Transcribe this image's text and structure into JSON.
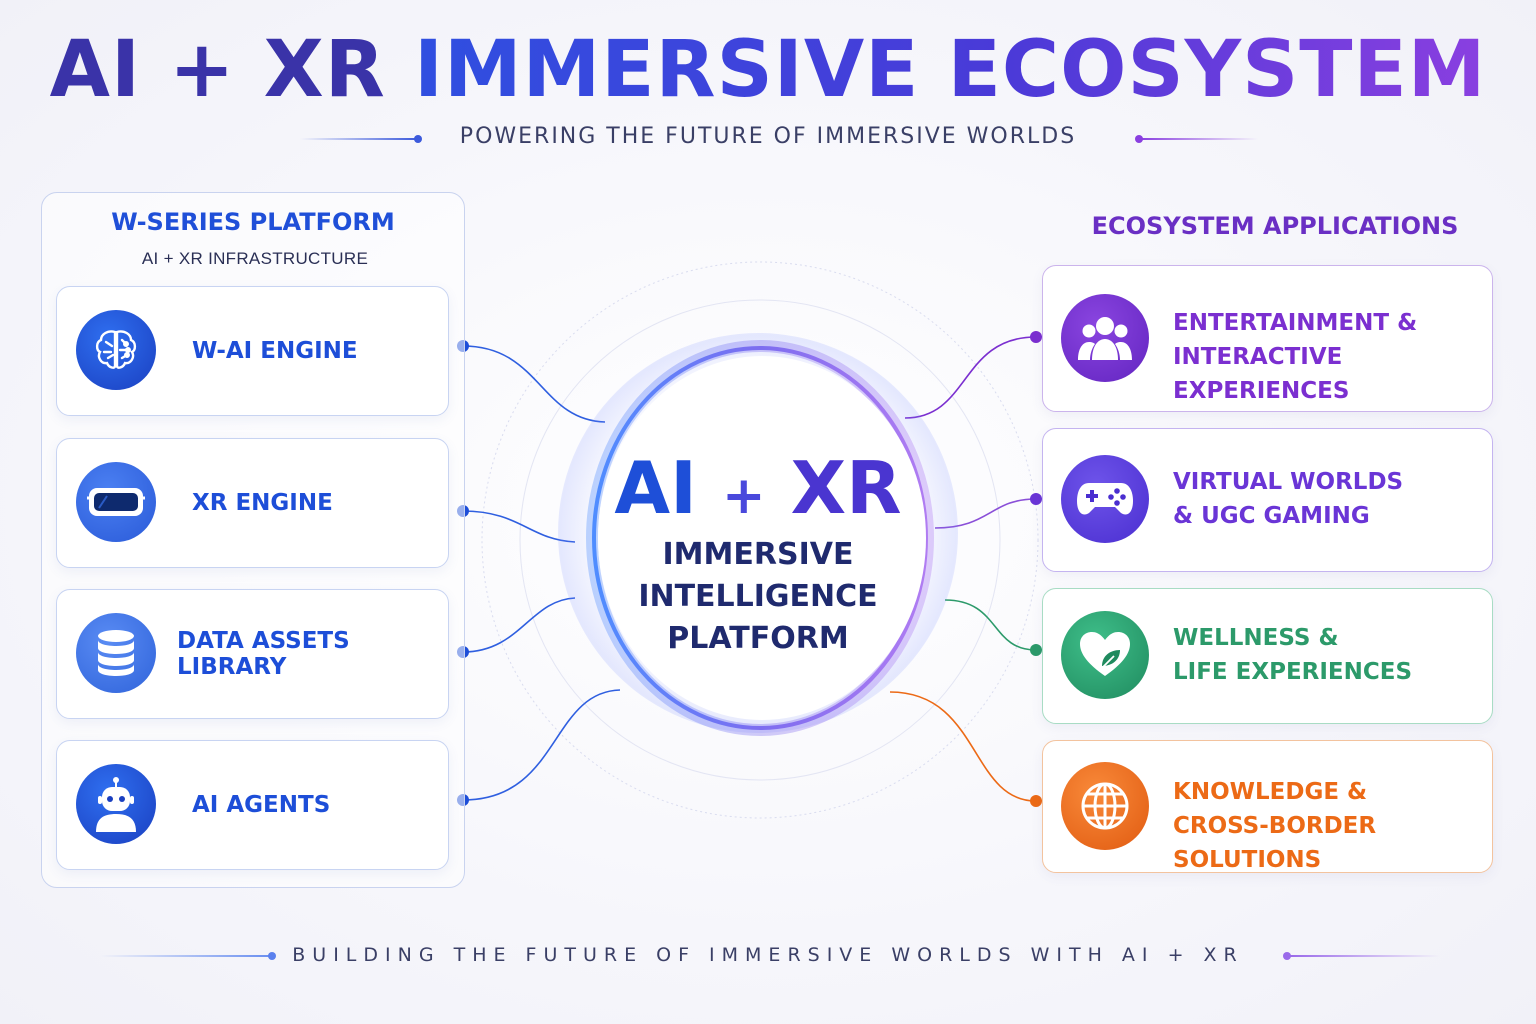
{
  "header": {
    "title_part1": "AI + XR",
    "title_part2": "IMMERSIVE ECOSYSTEM",
    "subtitle": "POWERING THE FUTURE OF IMMERSIVE WORLDS"
  },
  "left_panel": {
    "title": "W-SERIES PLATFORM",
    "subtitle": "AI + XR INFRASTRUCTURE",
    "items": [
      {
        "label": "W-AI ENGINE",
        "icon": "brain-circuit-icon"
      },
      {
        "label": "XR ENGINE",
        "icon": "vr-headset-icon"
      },
      {
        "label": "DATA ASSETS LIBRARY",
        "icon": "database-icon"
      },
      {
        "label": "AI AGENTS",
        "icon": "robot-agent-icon"
      }
    ]
  },
  "hub": {
    "ai": "AI",
    "plus": "+",
    "xr": "XR",
    "line1": "IMMERSIVE",
    "line2": "INTELLIGENCE",
    "line3": "PLATFORM"
  },
  "right_panel": {
    "title": "ECOSYSTEM  APPLICATIONS",
    "items": [
      {
        "line1": "ENTERTAINMENT &",
        "line2": "INTERACTIVE EXPERIENCES",
        "icon": "users-group-icon",
        "color": "#7b2fd0"
      },
      {
        "line1": "VIRTUAL WORLDS",
        "line2": "& UGC GAMING",
        "icon": "gamepad-icon",
        "color": "#6a35d6"
      },
      {
        "line1": "WELLNESS &",
        "line2": "LIFE EXPERIENCES",
        "icon": "heart-leaf-icon",
        "color": "#2c9a6a"
      },
      {
        "line1": "KNOWLEDGE &",
        "line2": "CROSS-BORDER SOLUTIONS",
        "icon": "globe-icon",
        "color": "#ec6a16"
      }
    ]
  },
  "footer": {
    "tagline": "BUILDING THE FUTURE OF IMMERSIVE WORLDS WITH AI + XR"
  },
  "colors": {
    "blue": "#1d4ed8",
    "purple": "#7b2fd0",
    "green": "#2c9a6a",
    "orange": "#ec6a16"
  }
}
